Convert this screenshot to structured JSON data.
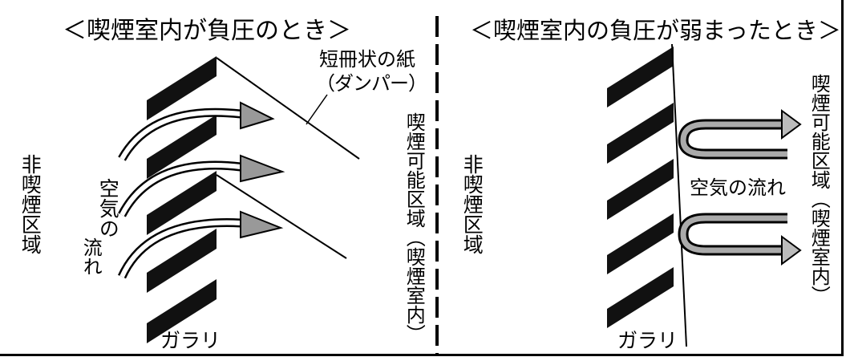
{
  "left_panel": {
    "title": "＜喫煙室内が負圧のとき＞",
    "damper_label_line1": "短冊状の紙",
    "damper_label_line2": "（ダンパー）",
    "non_smoking_area": "非喫煙区域",
    "airflow_label_line1": "空気の",
    "airflow_label_line2": "流れ",
    "smoking_area": "喫煙可能区域（喫煙室内）",
    "grille_label": "ガラリ"
  },
  "right_panel": {
    "title": "＜喫煙室内の負圧が弱まったとき＞",
    "non_smoking_area": "非喫煙区域",
    "airflow_label": "空気の流れ",
    "smoking_area": "喫煙可能区域（喫煙室内）",
    "grille_label": "ガラリ"
  }
}
